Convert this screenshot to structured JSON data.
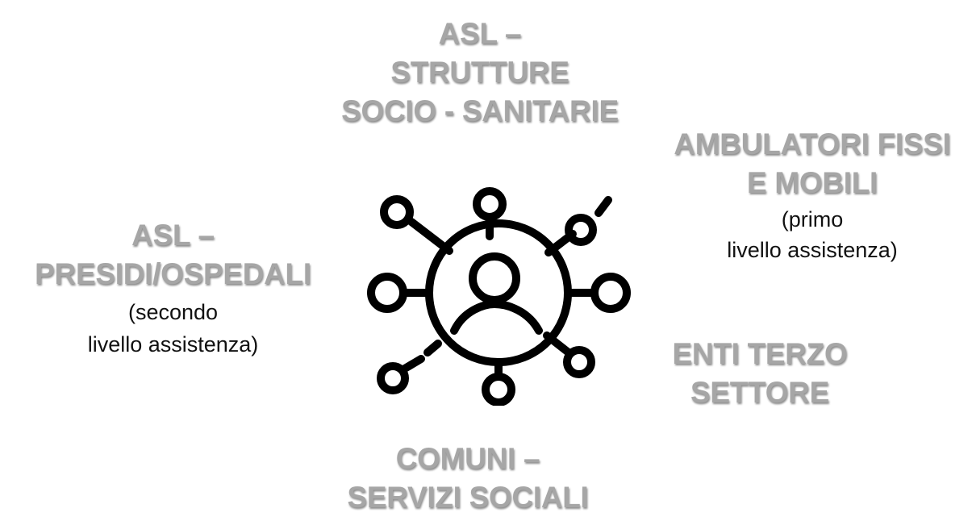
{
  "colors": {
    "title_text": "#a6a6a6",
    "body_text": "#111111",
    "icon": "#000000",
    "background": "#ffffff"
  },
  "center": {
    "icon": "person-network-icon"
  },
  "nodes": {
    "top": {
      "title_lines": [
        "ASL –",
        "STRUTTURE",
        "SOCIO - SANITARIE"
      ]
    },
    "right": {
      "title_lines": [
        "AMBULATORI FISSI",
        "E MOBILI"
      ],
      "sub_lines": [
        "(primo",
        "livello assistenza)"
      ]
    },
    "left": {
      "title_lines": [
        "ASL –",
        "PRESIDI/OSPEDALI"
      ],
      "sub_lines": [
        "(secondo",
        "livello assistenza)"
      ]
    },
    "enti": {
      "title_lines": [
        "ENTI TERZO",
        "SETTORE"
      ]
    },
    "bottom": {
      "title_lines": [
        "COMUNI –",
        "SERVIZI SOCIALI"
      ]
    }
  }
}
